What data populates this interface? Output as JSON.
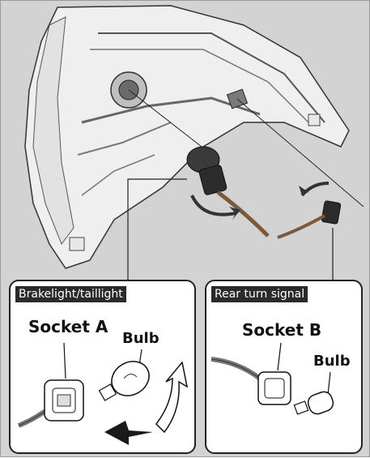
{
  "left_panel": {
    "tag": "Brakelight/taillight",
    "socket_label": "Socket A",
    "bulb_label": "Bulb"
  },
  "right_panel": {
    "tag": "Rear turn signal",
    "socket_label": "Socket B",
    "bulb_label": "Bulb"
  },
  "colors": {
    "background": "#d3d3d3",
    "panel": "#ffffff",
    "tag_background": "#2a2a2a",
    "line": "#222222"
  }
}
